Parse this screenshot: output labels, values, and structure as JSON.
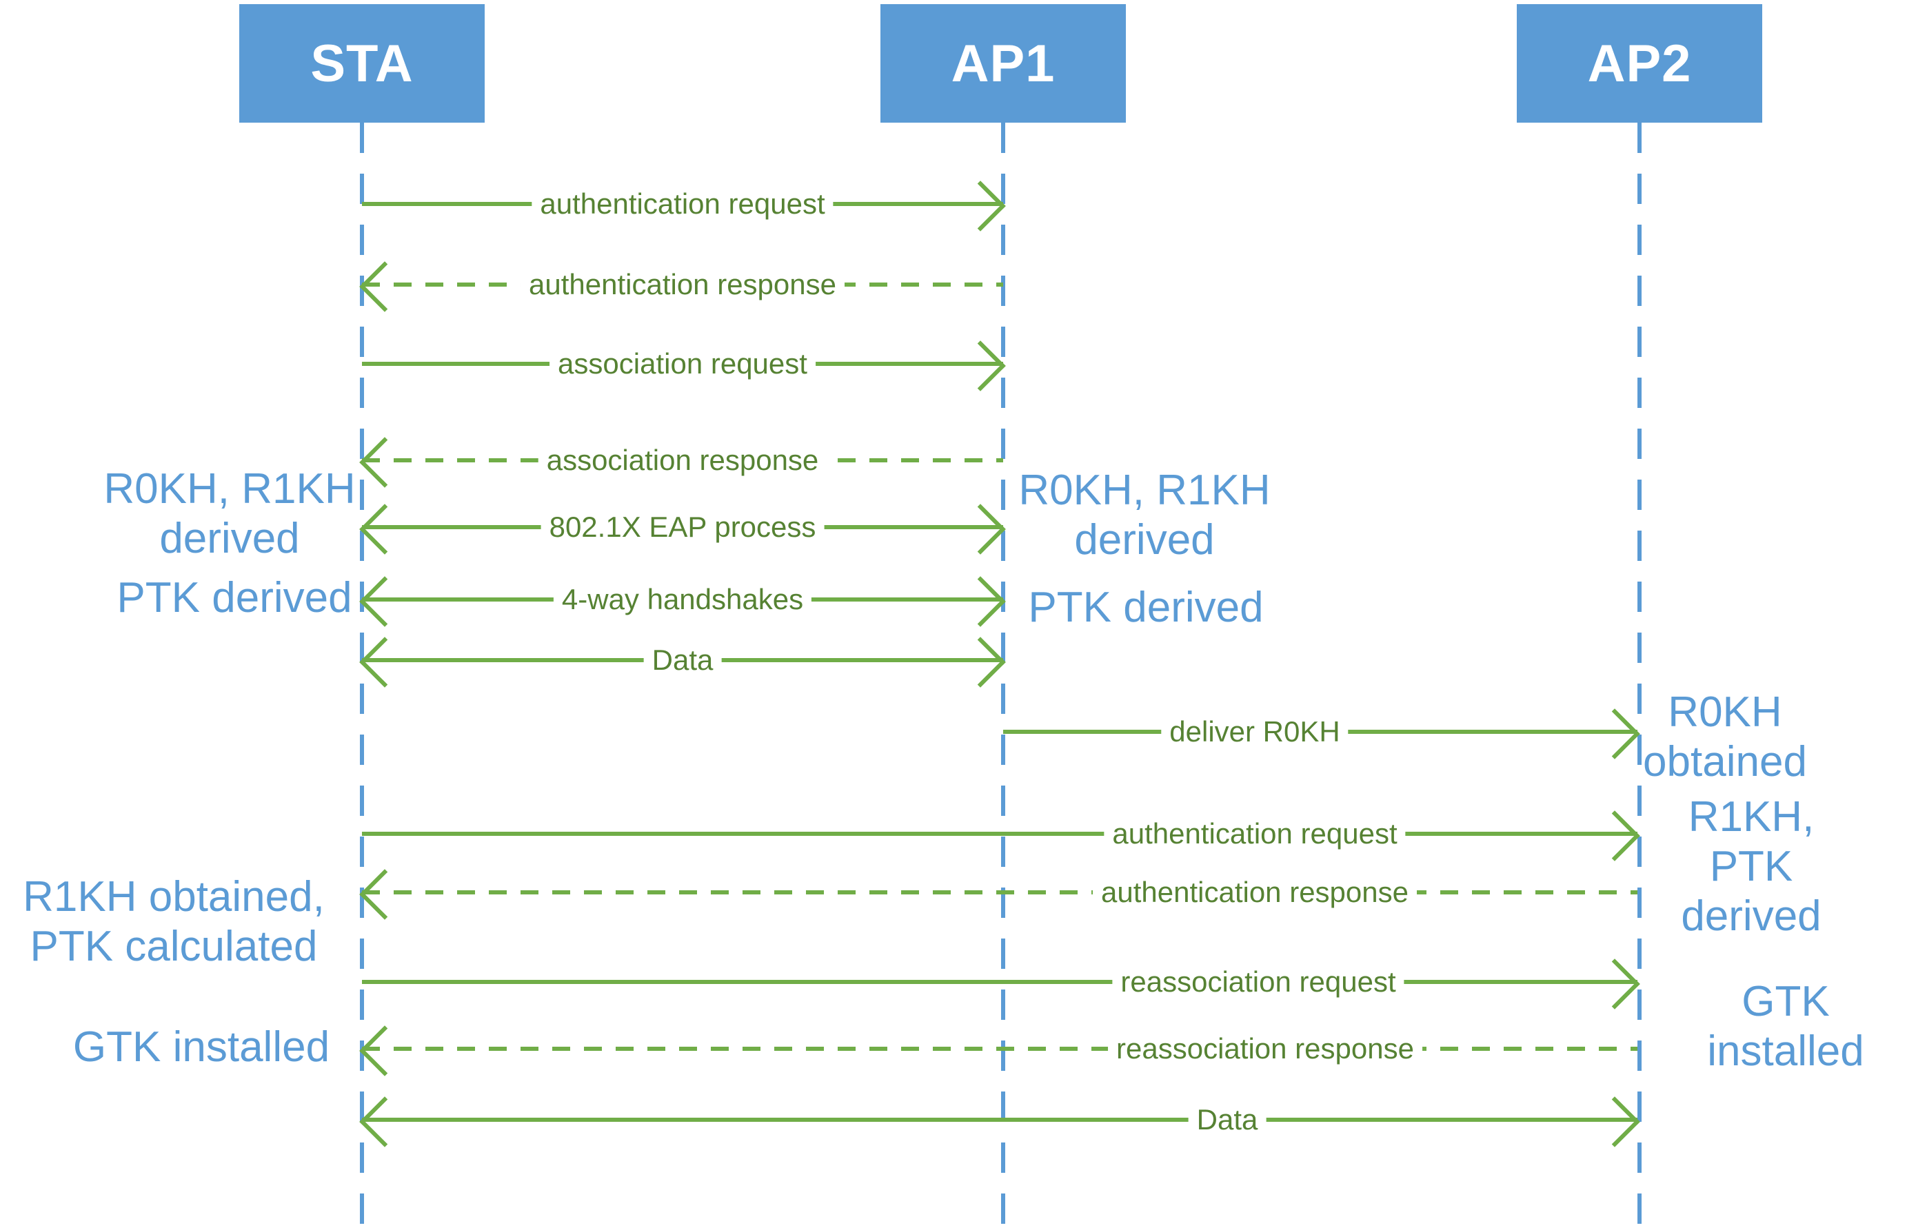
{
  "diagram_type": "sequence-diagram",
  "actors": [
    {
      "label": "STA"
    },
    {
      "label": "AP1"
    },
    {
      "label": "AP2"
    }
  ],
  "messages": [
    {
      "label": "authentication request",
      "from": "STA",
      "to": "AP1",
      "line": "solid",
      "arrow": "to"
    },
    {
      "label": "authentication response",
      "from": "AP1",
      "to": "STA",
      "line": "dashed",
      "arrow": "to"
    },
    {
      "label": "association request",
      "from": "STA",
      "to": "AP1",
      "line": "solid",
      "arrow": "to"
    },
    {
      "label": "association response",
      "from": "AP1",
      "to": "STA",
      "line": "dashed",
      "arrow": "to"
    },
    {
      "label": "802.1X EAP process",
      "from": "STA",
      "to": "AP1",
      "line": "solid",
      "arrow": "both"
    },
    {
      "label": "4-way handshakes",
      "from": "STA",
      "to": "AP1",
      "line": "solid",
      "arrow": "both"
    },
    {
      "label": "Data",
      "from": "STA",
      "to": "AP1",
      "line": "solid",
      "arrow": "both"
    },
    {
      "label": "deliver R0KH",
      "from": "AP1",
      "to": "AP2",
      "line": "solid",
      "arrow": "to"
    },
    {
      "label": "authentication request",
      "from": "STA",
      "to": "AP2",
      "line": "solid",
      "arrow": "to"
    },
    {
      "label": "authentication response",
      "from": "AP2",
      "to": "STA",
      "line": "dashed",
      "arrow": "to"
    },
    {
      "label": "reassociation request",
      "from": "STA",
      "to": "AP2",
      "line": "solid",
      "arrow": "to"
    },
    {
      "label": "reassociation response",
      "from": "AP2",
      "to": "STA",
      "line": "dashed",
      "arrow": "to"
    },
    {
      "label": "Data",
      "from": "STA",
      "to": "AP2",
      "line": "solid",
      "arrow": "both"
    }
  ],
  "notes": [
    {
      "text": "R0KH, R1KH\nderived",
      "anchor": "left-of-STA"
    },
    {
      "text": "PTK derived",
      "anchor": "left-of-STA"
    },
    {
      "text": "R0KH, R1KH\nderived",
      "anchor": "right-of-AP1"
    },
    {
      "text": "PTK derived",
      "anchor": "right-of-AP1"
    },
    {
      "text": "R0KH\nobtained",
      "anchor": "right-of-AP2"
    },
    {
      "text": "R1KH, PTK\nderived",
      "anchor": "right-of-AP2"
    },
    {
      "text": "R1KH obtained,\nPTK calculated",
      "anchor": "left-of-STA"
    },
    {
      "text": "GTK installed",
      "anchor": "left-of-STA"
    },
    {
      "text": "GTK installed",
      "anchor": "right-of-AP2"
    }
  ],
  "colors": {
    "actor_fill": "#5B9BD5",
    "actor_text": "#FFFFFF",
    "lifeline": "#5B9BD5",
    "arrow": "#70AD47",
    "message_text": "#568233",
    "note_text": "#5B9BD5",
    "background": "#FFFFFF"
  }
}
